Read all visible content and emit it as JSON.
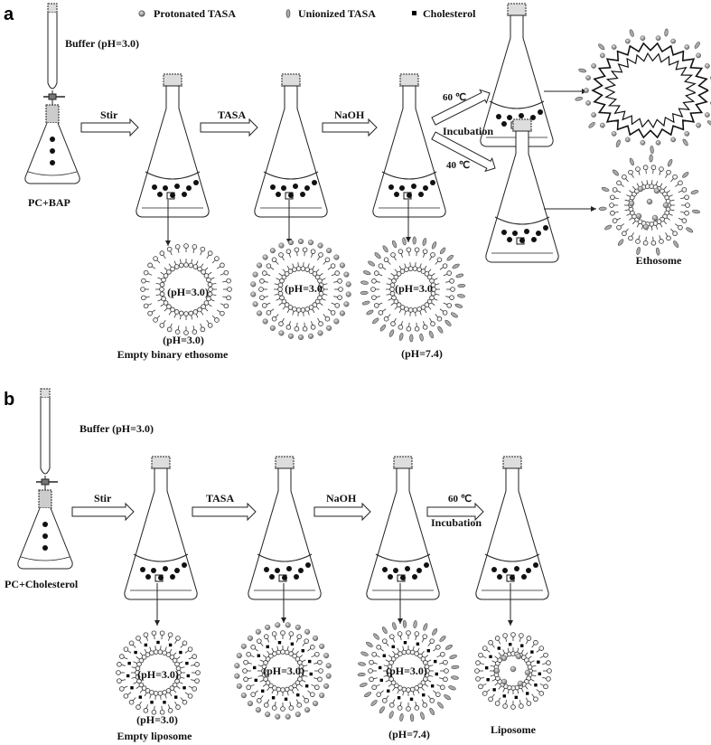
{
  "legend": {
    "protonated": "Protonated  TASA",
    "unionized": "Unionized  TASA",
    "cholesterol": "Cholesterol"
  },
  "panel_a": {
    "letter": "a",
    "buffer": "Buffer (pH=3.0)",
    "start": "PC+BAP",
    "step1": "Stir",
    "step2": "TASA",
    "step3": "NaOH",
    "temp_high": "60 ℃",
    "incubation": "Incubation",
    "temp_low": "40 ℃",
    "vesicle1_inner": "(pH=3.0)",
    "vesicle1_below": "(pH=3.0)",
    "vesicle1_name": "Empty binary ethosome",
    "vesicle2_inner": "(pH=3.0",
    "vesicle3_inner": "(pH=3.0",
    "vesicle3_below": "(pH=7.4)",
    "product": "Ethosome"
  },
  "panel_b": {
    "letter": "b",
    "buffer": "Buffer (pH=3.0)",
    "start": "PC+Cholesterol",
    "step1": "Stir",
    "step2": "TASA",
    "step3": "NaOH",
    "temp": "60 ℃",
    "incubation": "Incubation",
    "vesicle1_inner": "(pH=3.0)",
    "vesicle1_below": "(pH=3.0)",
    "vesicle1_name": "Empty liposome",
    "vesicle2_inner": "(pH=3.0)",
    "vesicle3_inner": "(pH=3.0)",
    "vesicle3_below": "(pH=7.4)",
    "product": "Liposome"
  }
}
